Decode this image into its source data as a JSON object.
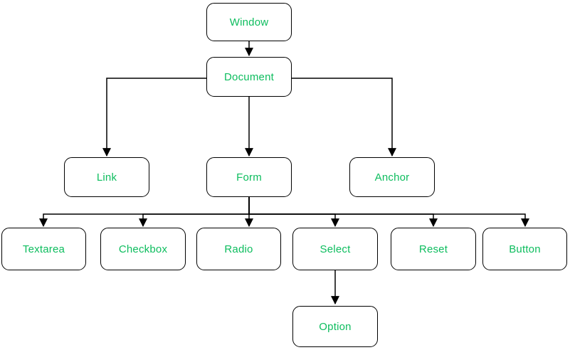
{
  "diagram": {
    "type": "tree",
    "colors": {
      "background": "#ffffff",
      "node_fill": "#ffffff",
      "node_border": "#000000",
      "node_text": "#0dbd5e",
      "connector": "#000000"
    },
    "nodes": {
      "window": {
        "label": "Window"
      },
      "document": {
        "label": "Document"
      },
      "link": {
        "label": "Link"
      },
      "form": {
        "label": "Form"
      },
      "anchor": {
        "label": "Anchor"
      },
      "textarea": {
        "label": "Textarea"
      },
      "checkbox": {
        "label": "Checkbox"
      },
      "radio": {
        "label": "Radio"
      },
      "select": {
        "label": "Select"
      },
      "reset": {
        "label": "Reset"
      },
      "button": {
        "label": "Button"
      },
      "option": {
        "label": "Option"
      }
    },
    "edges": [
      {
        "from": "Window",
        "to": "Document"
      },
      {
        "from": "Document",
        "to": "Link"
      },
      {
        "from": "Document",
        "to": "Form"
      },
      {
        "from": "Document",
        "to": "Anchor"
      },
      {
        "from": "Form",
        "to": "Textarea"
      },
      {
        "from": "Form",
        "to": "Checkbox"
      },
      {
        "from": "Form",
        "to": "Radio"
      },
      {
        "from": "Form",
        "to": "Select"
      },
      {
        "from": "Form",
        "to": "Reset"
      },
      {
        "from": "Form",
        "to": "Button"
      },
      {
        "from": "Select",
        "to": "Option"
      }
    ]
  }
}
